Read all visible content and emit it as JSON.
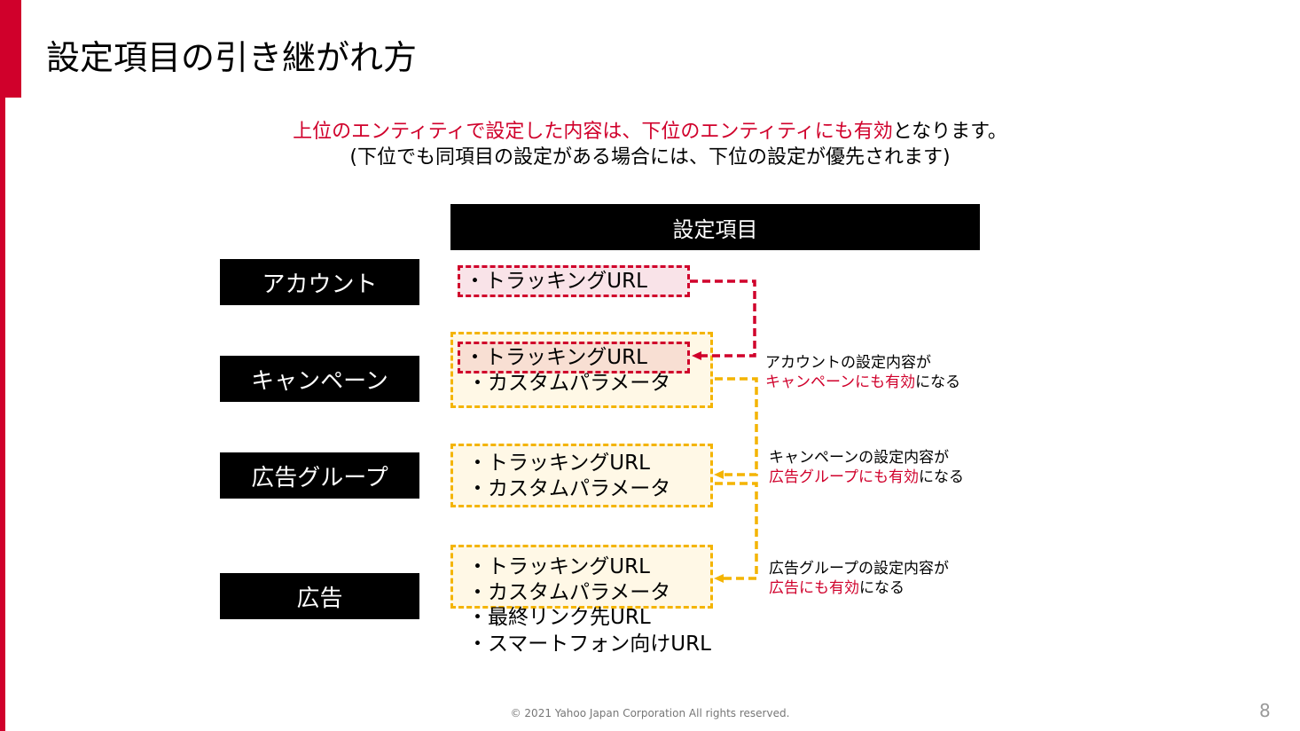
{
  "title": "設定項目の引き継がれ方",
  "subtitle": {
    "red": "上位のエンティティで設定した内容は、下位のエンティティにも有効",
    "black": "となります。",
    "line2": "(下位でも同項目の設定がある場合には、下位の設定が優先されます)"
  },
  "header": "設定項目",
  "levels": [
    "アカウント",
    "キャンペーン",
    "広告グループ",
    "広告"
  ],
  "items": {
    "tracking": "・トラッキングURL",
    "custom": "・カスタムパラメータ",
    "final": "・最終リンク先URL",
    "smartphone": "・スマートフォン向けURL"
  },
  "notes": [
    {
      "line1": "アカウントの設定内容が",
      "red": "キャンペーンにも有効",
      "tail": "になる"
    },
    {
      "line1": "キャンペーンの設定内容が",
      "red": "広告グループにも有効",
      "tail": "になる"
    },
    {
      "line1": "広告グループの設定内容が",
      "red": "広告にも有効",
      "tail": "になる"
    }
  ],
  "footer": "© 2021 Yahoo Japan Corporation All rights reserved.",
  "page_number": "8",
  "colors": {
    "accent": "#d0002b",
    "yellow": "#f4b400"
  }
}
